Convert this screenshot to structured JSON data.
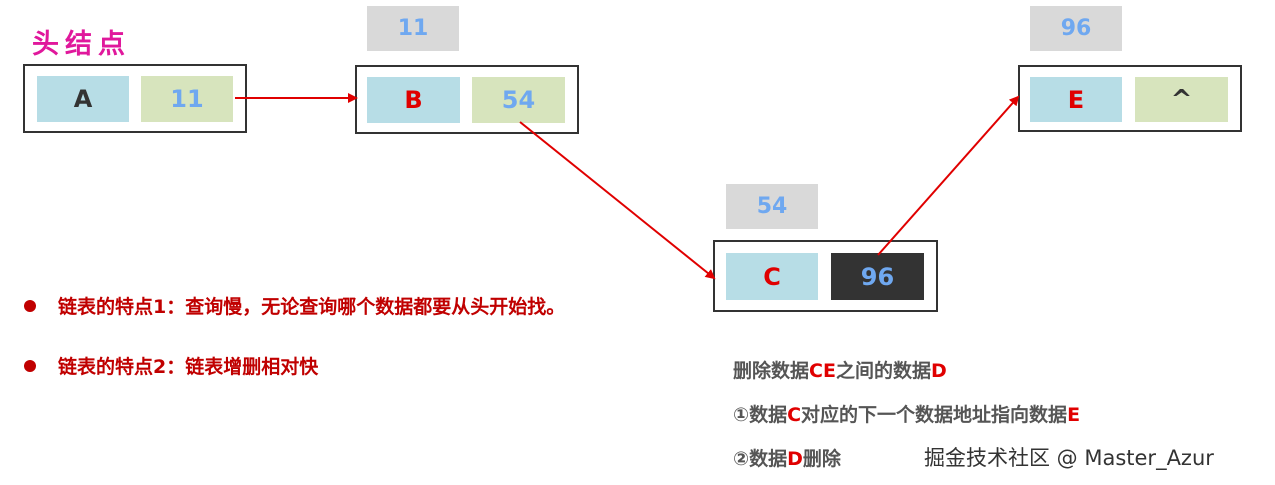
{
  "head_label": "头结点",
  "nodes": {
    "A": {
      "data": "A",
      "next": "11"
    },
    "B": {
      "addr": "11",
      "data": "B",
      "next": "54"
    },
    "C": {
      "addr": "54",
      "data": "C",
      "next": "96"
    },
    "E": {
      "addr": "96",
      "data": "E",
      "next": "^"
    }
  },
  "bullets": [
    "链表的特点1：查询慢，无论查询哪个数据都要从头开始找。",
    "链表的特点2：链表增删相对快"
  ],
  "notes": {
    "line1": {
      "a": "删除数据",
      "b": "CE",
      "c": "之间的数据",
      "d": "D"
    },
    "line2": {
      "a": "①数据",
      "b": "C",
      "c": "对应的下一个数据地址指向数据",
      "d": "E"
    },
    "line3": {
      "a": "②数据",
      "b": "D",
      "c": "删除"
    }
  },
  "watermark": "掘金技术社区 @ Master_Azur",
  "colors": {
    "data_cell": "#b7dde6",
    "next_cell": "#d7e4bd",
    "addr_text": "#6fa8f0",
    "dark_cell": "#333333",
    "red": "#e00000",
    "head_label": "#e0189c"
  }
}
